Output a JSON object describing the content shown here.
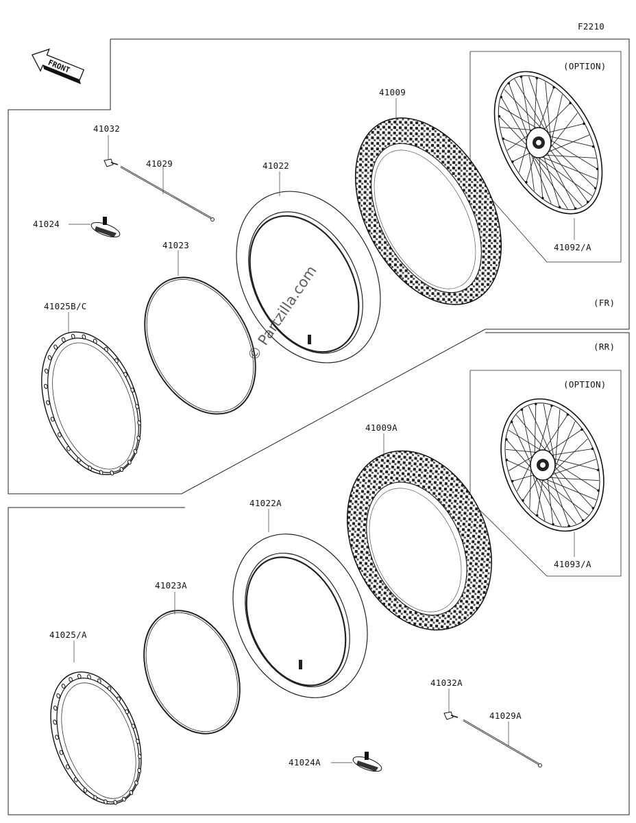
{
  "diagram": {
    "code": "F2210",
    "front_arrow": "FRONT",
    "watermark": "© Partzilla.com",
    "sections": {
      "front": "(FR)",
      "rear": "(RR)"
    },
    "option_labels": {
      "front": "(OPTION)",
      "rear": "(OPTION)"
    },
    "parts": {
      "p41032": "41032",
      "p41029": "41029",
      "p41024": "41024",
      "p41023": "41023",
      "p41022": "41022",
      "p41009": "41009",
      "p41025bc": "41025B/C",
      "p41092a": "41092/A",
      "p41009a": "41009A",
      "p41093a": "41093/A",
      "p41022a": "41022A",
      "p41023a": "41023A",
      "p41025a": "41025/A",
      "p41032a": "41032A",
      "p41029a": "41029A",
      "p41024a": "41024A"
    }
  }
}
